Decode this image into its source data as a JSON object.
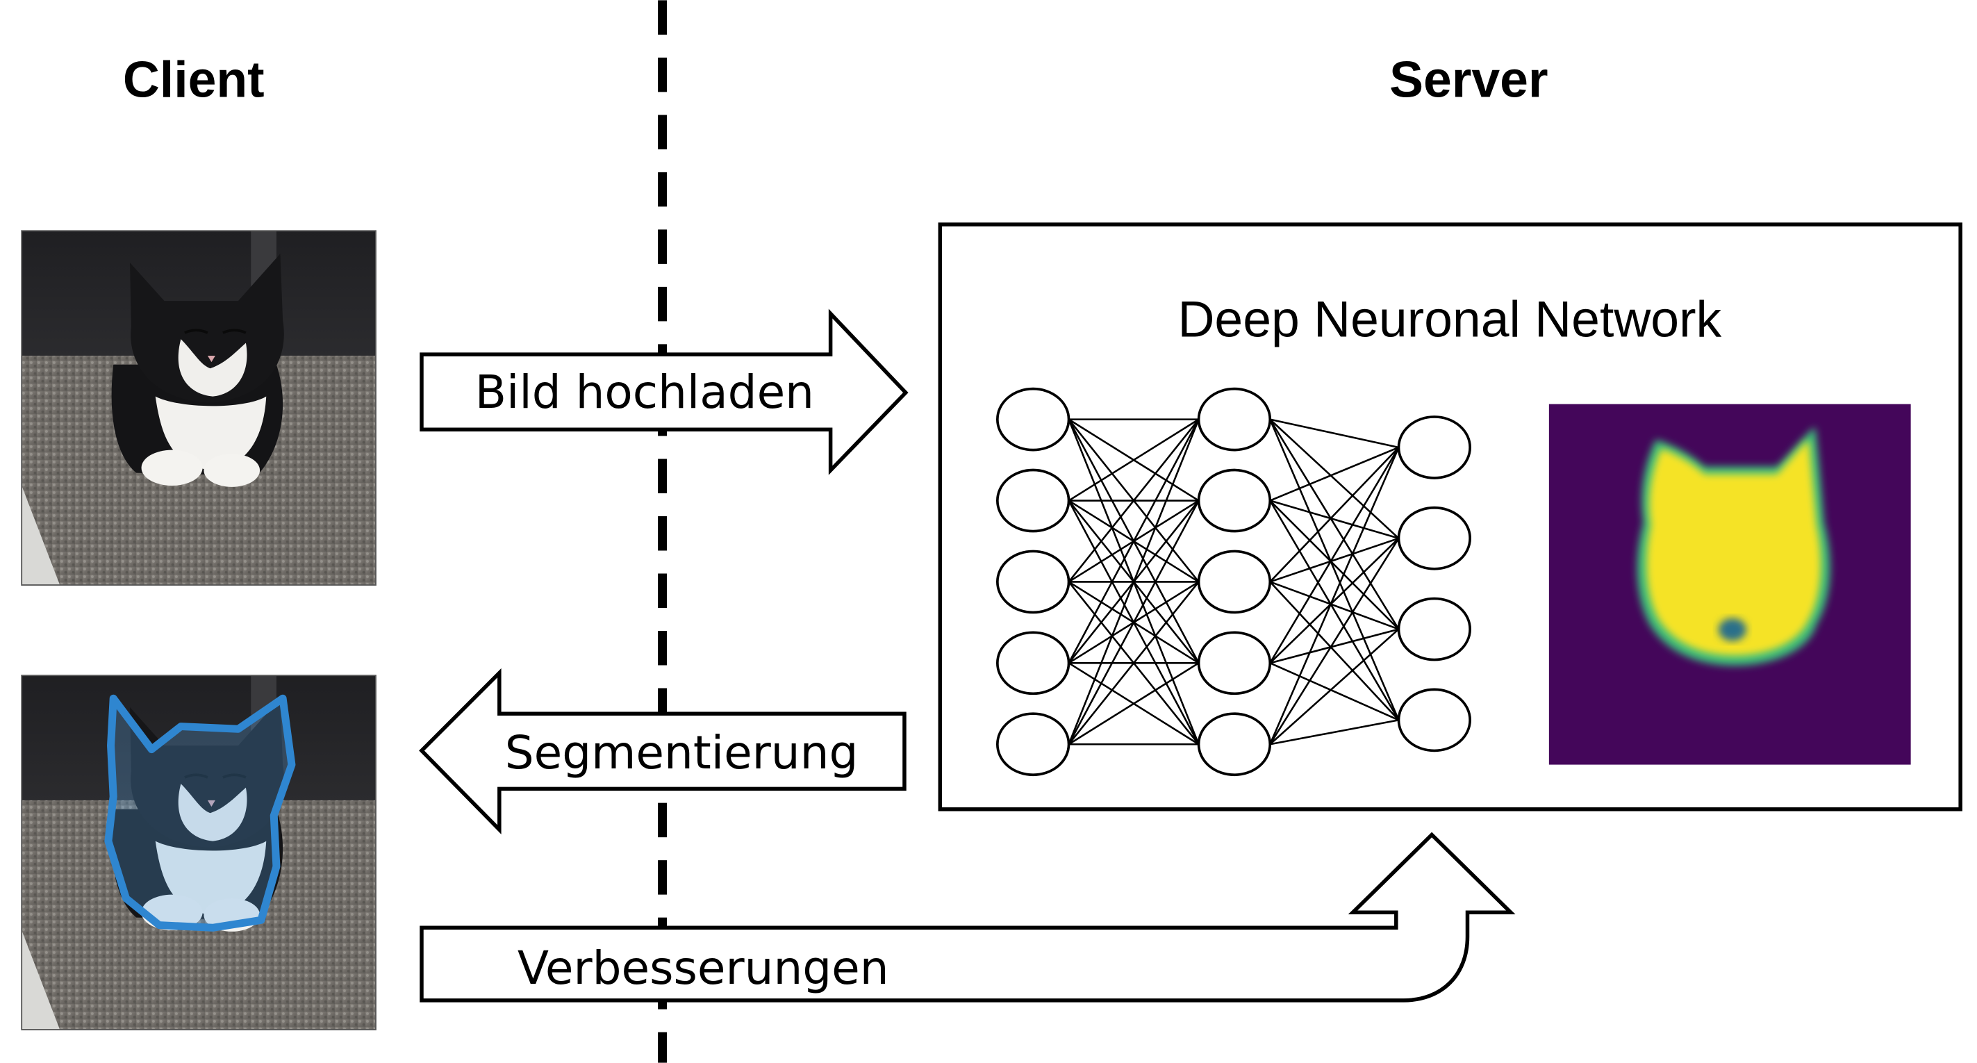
{
  "headings": {
    "client": "Client",
    "server": "Server"
  },
  "arrows": {
    "upload": "Bild hochladen",
    "segmentation": "Segmentierung",
    "improvements": "Verbesserungen"
  },
  "server_box": {
    "title": "Deep Neuronal Network"
  },
  "network": {
    "layers": [
      5,
      5,
      4
    ]
  },
  "colors": {
    "outline": "#000000",
    "segmentation_outline": "#2f86d0",
    "mask_background": "#44065a",
    "mask_foreground": "#f5e326",
    "mask_edge": "#3bbd7a"
  },
  "images": {
    "input_photo": "cat-photo",
    "segmented_photo": "cat-photo-with-outline",
    "prediction_mask": "segmentation-mask"
  }
}
